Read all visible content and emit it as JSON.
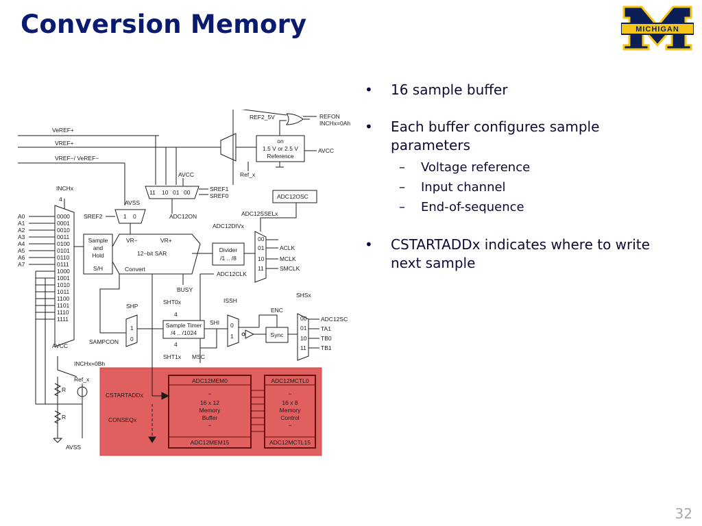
{
  "slide": {
    "title": "Conversion Memory",
    "page_number": "32",
    "logo_text": "MICHIGAN",
    "colors": {
      "title": "#0a1a6e",
      "logo_blue": "#0b1f56",
      "logo_maize": "#f5c518",
      "highlight": "#e06060"
    }
  },
  "bullets": [
    {
      "text": "16 sample buffer",
      "sub": []
    },
    {
      "text": "Each buffer configures sample parameters",
      "sub": [
        "Voltage reference",
        "Input channel",
        "End-of-sequence"
      ]
    },
    {
      "text": "CSTARTADDx indicates where to write next sample",
      "sub": []
    }
  ],
  "diagram": {
    "vref_labels": [
      "VeREF+",
      "VREF+",
      "VREF−/ VeREF−"
    ],
    "inchx_label": "INCHx",
    "inchx_width": "4",
    "inputs": [
      "A0",
      "A1",
      "A2",
      "A3",
      "A4",
      "A5",
      "A6",
      "A7"
    ],
    "mux_codes": [
      "0000",
      "0001",
      "0010",
      "0011",
      "0100",
      "0101",
      "0110",
      "0111",
      "1000",
      "1001",
      "1010",
      "1011",
      "1100",
      "1101",
      "1110",
      "1111"
    ],
    "ref2_5v": "REF2_5V",
    "refon": "REFON",
    "inch_0ah": "INCHx=0Ah",
    "ref_block": [
      "on",
      "1.5 V or 2.5 V",
      "Reference"
    ],
    "avcc": "AVCC",
    "avss": "AVSS",
    "ref_x": "Ref_x",
    "sref1": "SREF1",
    "sref0": "SREF0",
    "sref2": "SREF2",
    "vref_mux_codes": [
      "11",
      "10",
      "01",
      "00"
    ],
    "sref2_codes": [
      "1",
      "0"
    ],
    "adc12osc": "ADC12OSC",
    "adc12on": "ADC12ON",
    "adc12sselx": "ADC12SSELx",
    "adc12divx": "ADC12DIVx",
    "sample_hold": [
      "Sample",
      "and",
      "Hold",
      "S/H"
    ],
    "sar": [
      "VR−",
      "VR+",
      "12−bit SAR",
      "Convert"
    ],
    "divider": [
      "Divider",
      "/1 .. /8"
    ],
    "clk_codes": [
      "00",
      "01",
      "10",
      "11"
    ],
    "clk_names": [
      "ACLK",
      "MCLK",
      "SMCLK"
    ],
    "adc12clk": "ADC12CLK",
    "busy": "BUSY",
    "shp": "SHP",
    "sht0x": "SHT0x",
    "sht1x": "SHT1x",
    "msc": "MSC",
    "issh": "ISSH",
    "enc": "ENC",
    "shsx": "SHSx",
    "shi": "SHI",
    "sampcon": "SAMPCON",
    "sample_timer": [
      "Sample Timer",
      "/4 .. /1024"
    ],
    "timer_width": "4",
    "sync": "Sync",
    "shs_codes": [
      "00",
      "01",
      "10",
      "11"
    ],
    "shs_names": [
      "ADC12SC",
      "TA1",
      "TB0",
      "TB1"
    ],
    "bin_codes": [
      "1",
      "0"
    ],
    "inch_0bh": "INCHx=0Bh",
    "r_label": "R",
    "cstartaddx": "CSTARTADDx",
    "conseqx": "CONSEQx",
    "mem": [
      "ADC12MEM0",
      "−",
      "16 x 12",
      "Memory",
      "Buffer",
      "−",
      "ADC12MEM15"
    ],
    "mctl": [
      "ADC12MCTL0",
      "−",
      "16 x 8",
      "Memory",
      "Control",
      "−",
      "ADC12MCTL15"
    ]
  }
}
